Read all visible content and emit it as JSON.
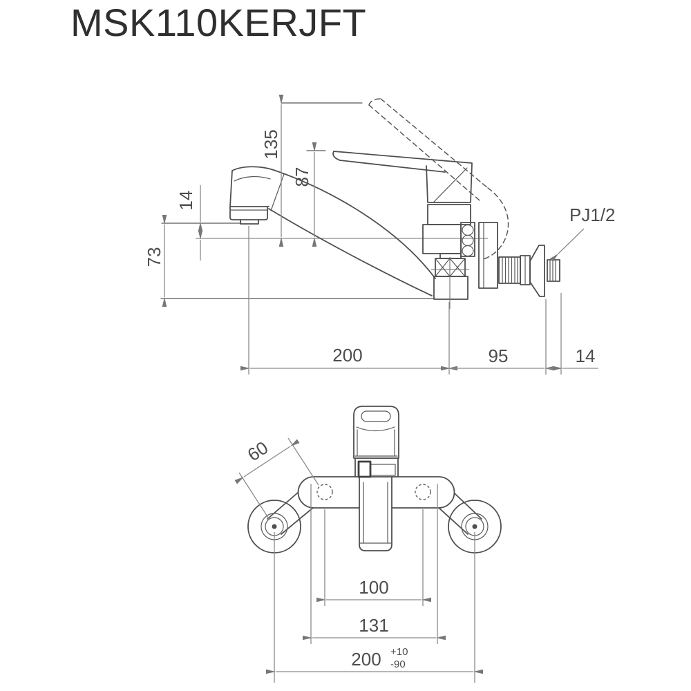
{
  "title": "MSK110KERJFT",
  "line_color": "#4f4f4f",
  "dim_color": "#8a8a8a",
  "side_view": {
    "dims": {
      "overall_height": "135",
      "handle_height": "87",
      "spout_tip_offset": "14",
      "spout_drop_height": "73",
      "spout_reach": "200",
      "body_to_wall": "95",
      "pipe_protrusion": "14",
      "thread_label": "PJ1/2"
    }
  },
  "front_view": {
    "dims": {
      "leg_length": "60",
      "screw_pitch": "100",
      "body_width": "131",
      "mounting_pitch": "200",
      "tolerance_plus": "+10",
      "tolerance_minus": "-90"
    }
  }
}
